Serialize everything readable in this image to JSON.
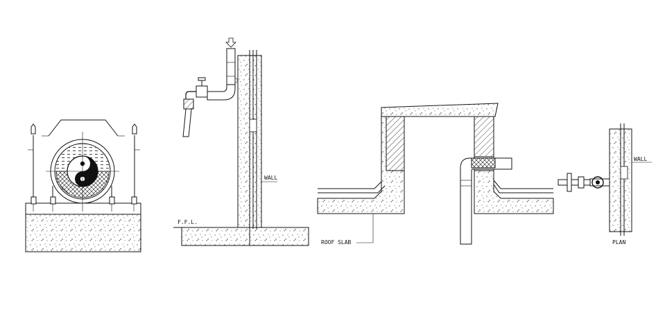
{
  "labels": {
    "wall_elevation": "WALL",
    "ffl": "F.F.L.",
    "roof_slab": "ROOF SLAB",
    "wall_plan": "WALL",
    "plan": "PLAN"
  }
}
